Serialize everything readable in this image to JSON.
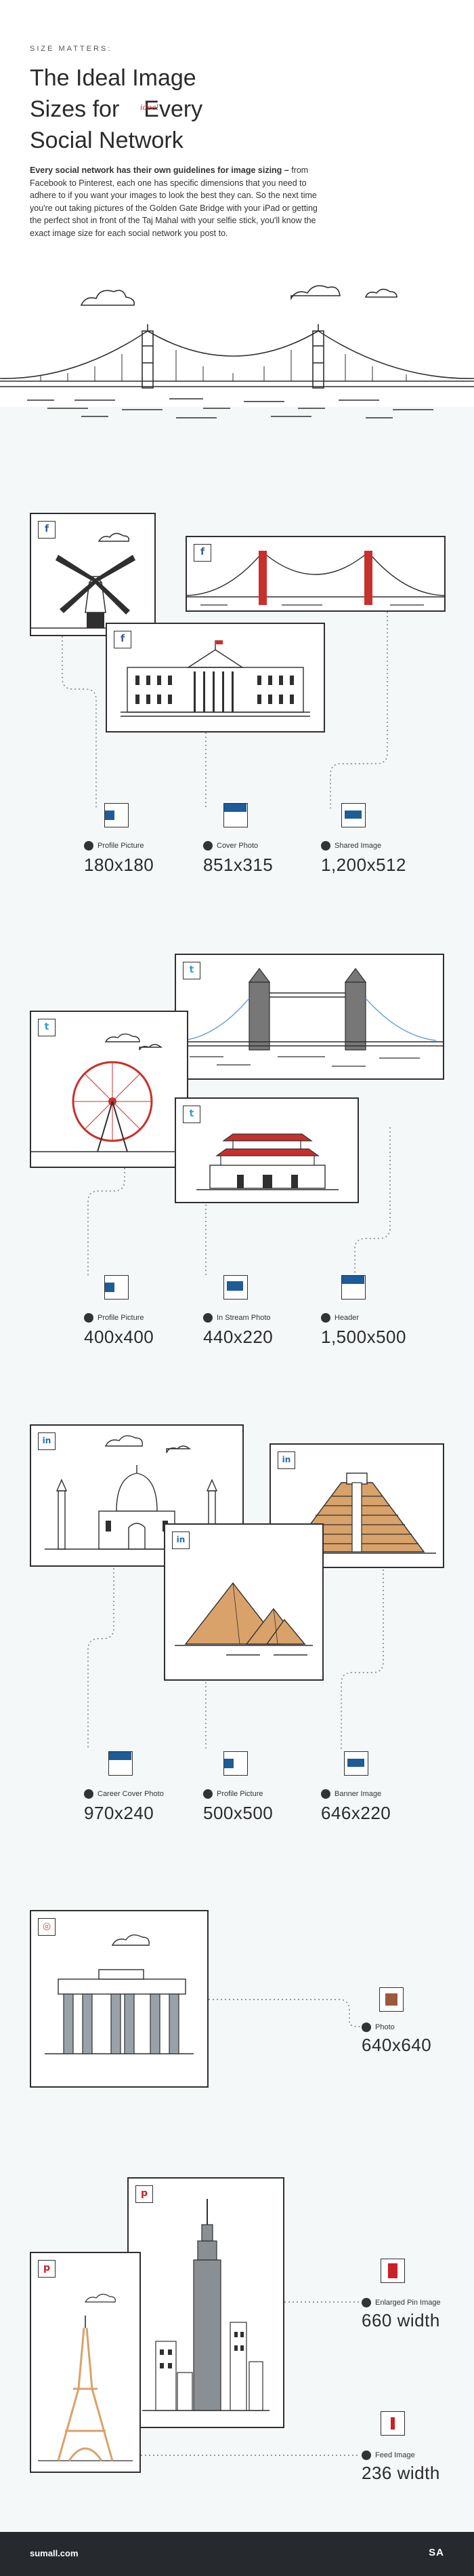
{
  "header": {
    "kicker": "SIZE MATTERS:",
    "title_line1": "The Ideal Image",
    "title_line2": "Sizes for",
    "title_ideal": "ideal",
    "title_every": "Every",
    "title_line3": "Social Network",
    "intro_bold": "Every social network has their own guidelines for image sizing –",
    "intro_rest": " from Facebook to Pinterest, each one has specific dimensions that you need to adhere to if you want your images to look the best they can. So the next time you're out taking pictures of the Golden Gate Bridge with your iPad or getting the perfect shot in front of the Taj Mahal with your selfie stick, you'll know the exact image size for each social network you post to."
  },
  "facebook": {
    "badge": "f",
    "color": "#3b5998",
    "items": [
      {
        "label": "Profile Picture",
        "size": "180x180"
      },
      {
        "label": "Cover Photo",
        "size": "851x315"
      },
      {
        "label": "Shared Image",
        "size": "1,200x512"
      }
    ]
  },
  "twitter": {
    "badge": "t",
    "color": "#2a9fd6",
    "items": [
      {
        "label": "Profile Picture",
        "size": "400x400"
      },
      {
        "label": "In Stream Photo",
        "size": "440x220"
      },
      {
        "label": "Header",
        "size": "1,500x500"
      }
    ]
  },
  "linkedin": {
    "badge": "in",
    "color": "#1d6fa8",
    "items": [
      {
        "label": "Career Cover Photo",
        "size": "970x240"
      },
      {
        "label": "Profile Picture",
        "size": "500x500"
      },
      {
        "label": "Banner Image",
        "size": "646x220"
      }
    ]
  },
  "instagram": {
    "badge": "◎",
    "color": "#9b5a3c",
    "items": [
      {
        "label": "Photo",
        "size": "640x640"
      }
    ]
  },
  "pinterest": {
    "badge": "p",
    "color": "#cb2027",
    "items": [
      {
        "label": "Enlarged Pin Image",
        "size": "660 width"
      },
      {
        "label": "Feed Image",
        "size": "236 width"
      }
    ]
  },
  "footer": {
    "url": "sumall.com",
    "logo": "SA"
  },
  "colors": {
    "page_bg": "#f5f8f9",
    "ink": "#2f2f2f",
    "accent_blue": "#1d5c99",
    "accent_red": "#c8302c",
    "footer_bg": "#26292e"
  }
}
